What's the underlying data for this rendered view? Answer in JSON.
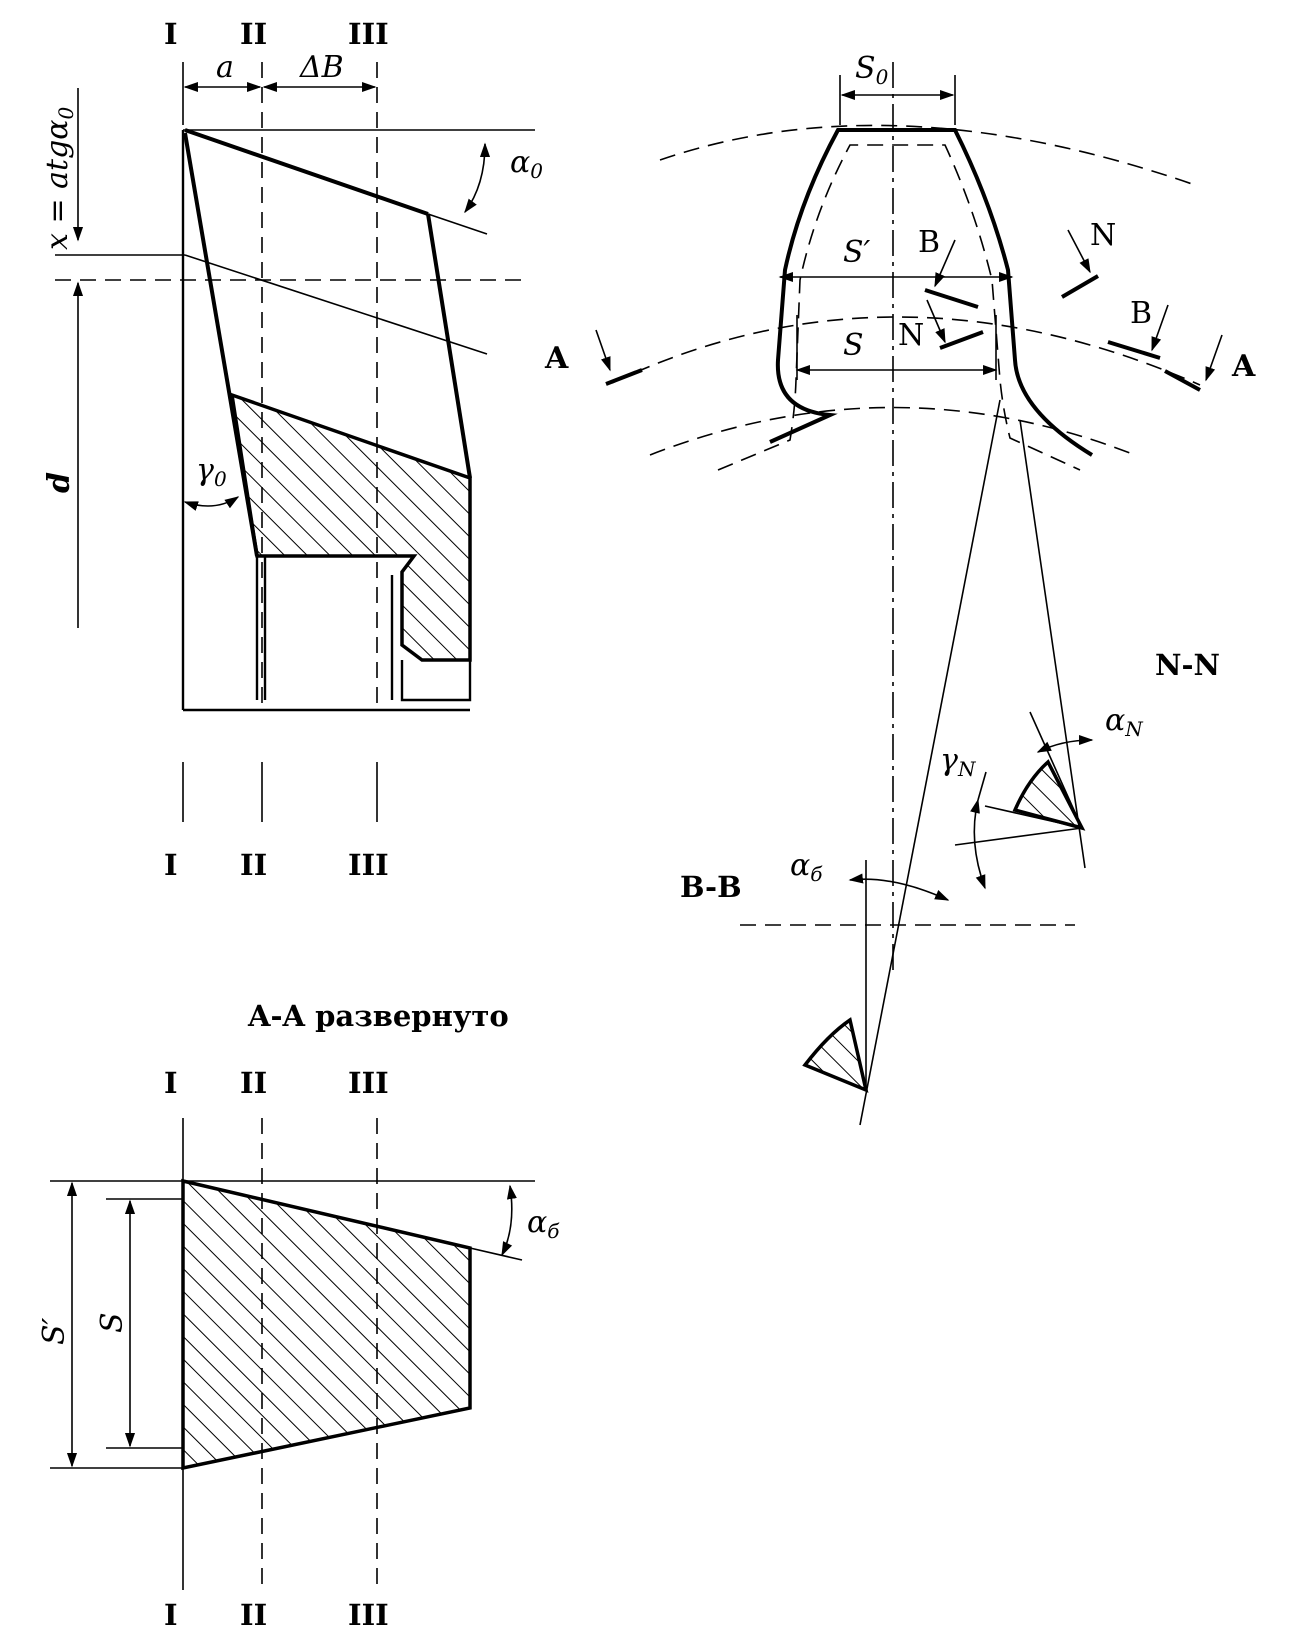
{
  "sections": {
    "planes": [
      "I",
      "II",
      "III"
    ],
    "aa_title": "A-A развернуто",
    "nn_title": "N-N",
    "bb_title": "B-B"
  },
  "labels": {
    "a": "a",
    "delta_b": "ΔB",
    "x_formula": "x = atgα",
    "x_formula_sub": "0",
    "alpha": "α",
    "alpha0_sub": "0",
    "gamma": "γ",
    "gamma0_sub": "0",
    "d": "d",
    "s0": "S",
    "s0_sub": "0",
    "s_prime": "S′",
    "s": "S",
    "b": "B",
    "n": "N",
    "aa": "A",
    "alpha_n_sub": "N",
    "gamma_n_sub": "N",
    "alpha_b_sub": "б"
  }
}
